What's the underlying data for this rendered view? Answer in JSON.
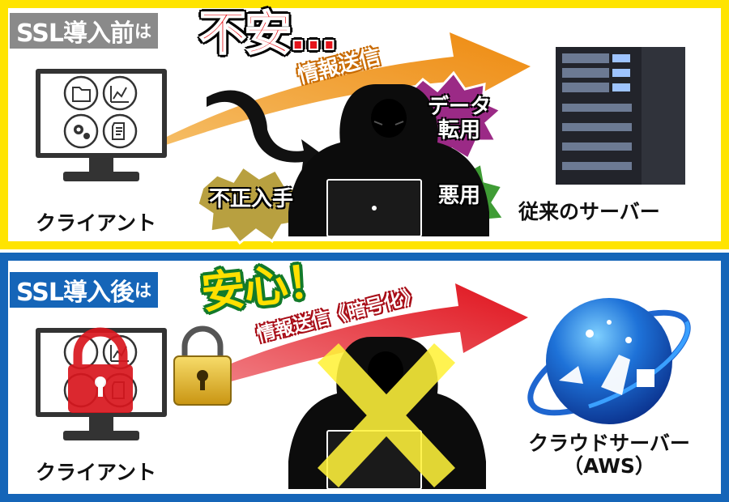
{
  "sections": {
    "before": {
      "badge": "SSL導入前",
      "badge_suffix": "は",
      "heading": "不安…",
      "arrow_label": "情報送信",
      "threats": {
        "tamper": "データ\n転用",
        "theft": "不正入手",
        "misuse": "悪用"
      },
      "client_label": "クライアント",
      "server_label": "従来のサーバー"
    },
    "after": {
      "badge": "SSL導入後",
      "badge_suffix": "は",
      "heading": "安心！",
      "arrow_label": "情報送信《暗号化》",
      "client_label": "クライアント",
      "server_label": "クラウドサーバー\n（AWS）"
    }
  },
  "colors": {
    "before_frame": "#ffe400",
    "after_frame": "#1565b8",
    "orange_arrow": "#f19a1d",
    "red_arrow": "#e0131d",
    "threat_green": "#3f9c35",
    "threat_purple": "#9b2a86",
    "threat_olive": "#b8a040",
    "lock_gold": "#e0b422",
    "cross_yellow": "#fff23a"
  },
  "icons": [
    "folder-icon",
    "chart-icon",
    "gear-icon",
    "document-icon",
    "padlock-icon",
    "hacker-icon",
    "laptop-icon",
    "server-rack-icon",
    "aws-globe-icon"
  ]
}
